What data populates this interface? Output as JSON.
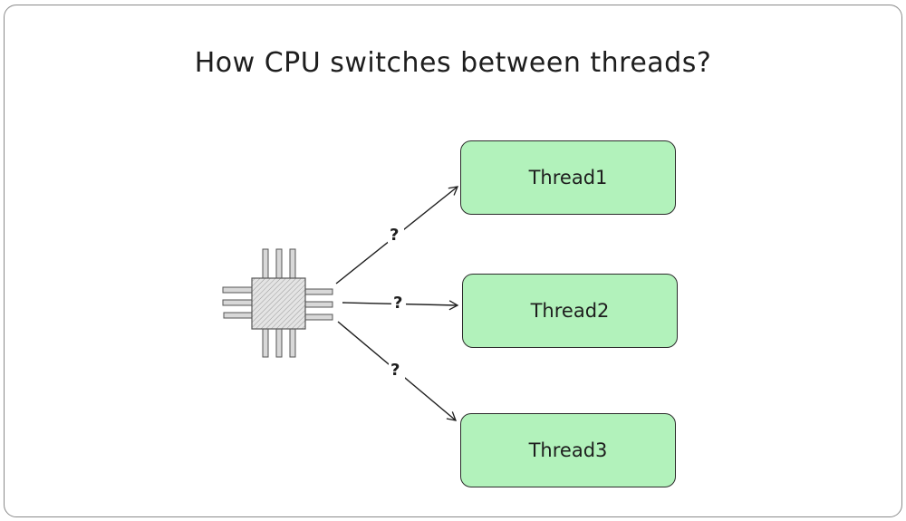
{
  "title": "How CPU switches between threads?",
  "cpu": {
    "icon": "cpu-chip-icon",
    "fill": "#d0d0d0"
  },
  "threads": [
    {
      "label": "Thread1"
    },
    {
      "label": "Thread2"
    },
    {
      "label": "Thread3"
    }
  ],
  "arrows": [
    {
      "from": "cpu",
      "to": "Thread1",
      "label": "?"
    },
    {
      "from": "cpu",
      "to": "Thread2",
      "label": "?"
    },
    {
      "from": "cpu",
      "to": "Thread3",
      "label": "?"
    }
  ],
  "colors": {
    "thread_fill": "#b2f2bb",
    "stroke": "#1e1e1e"
  }
}
